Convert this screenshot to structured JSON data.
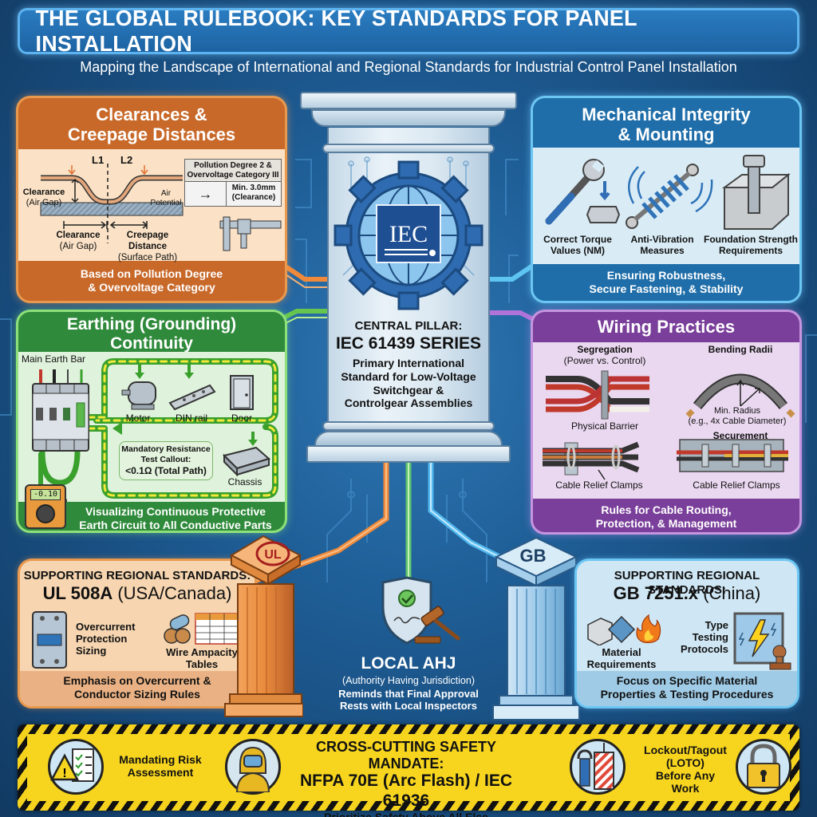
{
  "header": {
    "title": "THE GLOBAL RULEBOOK: KEY STANDARDS FOR PANEL INSTALLATION",
    "subtitle": "Mapping the Landscape of International and Regional Standards for Industrial Control Panel Installation"
  },
  "colors": {
    "background": "#1f5f98",
    "title_bar": "#1d63a3",
    "clearances": "#c8692a",
    "mechanical": "#1f6ea9",
    "earthing": "#2f8a3b",
    "wiring": "#7a3f9a",
    "ul_panel": "#f6d5b0",
    "gb_panel": "#cfe6f4",
    "safety_yellow": "#f7d51f"
  },
  "clearances": {
    "title_line1": "Clearances &",
    "title_line2": "Creepage Distances",
    "label_l1": "L1",
    "label_l2": "L2",
    "clearance_left_1": "Clearance",
    "clearance_left_2": "(Air Gap)",
    "air_1": "Air",
    "air_2": "Potential",
    "bottom_clearance_1": "Clearance",
    "bottom_clearance_2": "(Air Gap)",
    "creepage_1": "Creepage Distance",
    "creepage_2": "(Surface Path)",
    "table_head_1": "Pollution Degree 2 &",
    "table_head_2": "Overvoltage Category III",
    "table_arrow": "→",
    "table_value_1": "Min. 3.0mm",
    "table_value_2": "(Clearance)",
    "icon": "caliper-icon",
    "footer_1": "Based on Pollution Degree",
    "footer_2": "& Overvoltage Category"
  },
  "mechanical": {
    "title_line1": "Mechanical Integrity",
    "title_line2": "& Mounting",
    "items": [
      {
        "icon": "wrench-bolt-icon",
        "line1": "Correct Torque",
        "line2": "Values (NM)"
      },
      {
        "icon": "spring-damper-icon",
        "line1": "Anti-Vibration",
        "line2": "Measures"
      },
      {
        "icon": "anchor-bolt-icon",
        "line1": "Foundation Strength",
        "line2": "Requirements"
      }
    ],
    "footer_1": "Ensuring Robustness,",
    "footer_2": "Secure Fastening, & Stability"
  },
  "central": {
    "logo": "IEC",
    "label": "CENTRAL PILLAR:",
    "standard": "IEC 61439 SERIES",
    "desc_1": "Primary International",
    "desc_2": "Standard for Low-Voltage",
    "desc_3": "Switchgear &",
    "desc_4": "Controlgear Assemblies"
  },
  "earthing": {
    "title_line1": "Earthing (Grounding)",
    "title_line2": "Continuity",
    "main_bar": "Main Earth Bar",
    "targets": [
      "Motor",
      "DIN rail",
      "Door",
      "Chassis"
    ],
    "callout_1": "Mandatory Resistance",
    "callout_2": "Test Callout:",
    "callout_3": "<0.1Ω (Total Path)",
    "meter_reading": "-0.10",
    "footer_1": "Visualizing Continuous Protective",
    "footer_2": "Earth Circuit to All Conductive Parts"
  },
  "wiring": {
    "title": "Wiring Practices",
    "segregation_1": "Segregation",
    "segregation_2": "(Power vs. Control)",
    "barrier": "Physical Barrier",
    "bending": "Bending Radii",
    "radius_1": "Min. Radius",
    "radius_2": "(e.g., 4x Cable Diameter)",
    "relief_left": "Cable Relief Clamps",
    "securement": "Securement",
    "relief_right": "Cable Relief Clamps",
    "footer_1": "Rules for Cable Routing,",
    "footer_2": "Protection, & Management"
  },
  "ul": {
    "badge": "UL",
    "heading": "SUPPORTING REGIONAL STANDARDS:",
    "standard": "UL 508A",
    "region": "(USA/Canada)",
    "item1_1": "Overcurrent",
    "item1_2": "Protection",
    "item1_3": "Sizing",
    "item2_1": "Wire Ampacity",
    "item2_2": "Tables",
    "footer_1": "Emphasis on Overcurrent &",
    "footer_2": "Conductor Sizing Rules"
  },
  "gb": {
    "badge": "GB",
    "heading": "SUPPORTING REGIONAL STANDARDS:",
    "standard": "GB 7251.x",
    "region": "(China)",
    "item1_1": "Material",
    "item1_2": "Requirements",
    "item2_1": "Type",
    "item2_2": "Testing",
    "item2_3": "Protocols",
    "footer_1": "Focus on Specific Material",
    "footer_2": "Properties & Testing Procedures"
  },
  "ahj": {
    "title": "LOCAL AHJ",
    "subtitle": "(Authority Having Jurisdiction)",
    "desc_1": "Reminds that Final Approval",
    "desc_2": "Rests with Local Inspectors"
  },
  "safety": {
    "risk_1": "Mandating Risk",
    "risk_2": "Assessment",
    "title": "CROSS-CUTTING SAFETY MANDATE:",
    "standards": "NFPA 70E (Arc Flash) / IEC 61936",
    "tagline": "Prioritize Safety Above All Else",
    "loto_1": "Lockout/Tagout",
    "loto_2": "(LOTO)",
    "loto_3": "Before Any Work"
  }
}
